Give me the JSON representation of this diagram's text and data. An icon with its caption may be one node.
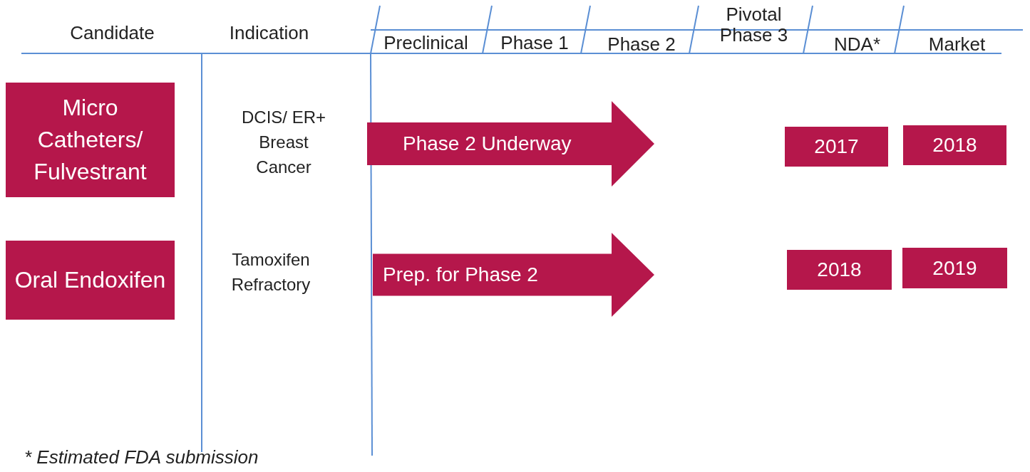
{
  "diagram": {
    "nodes": [
      {
        "text": [
          "Micro Catheters/ Fulvestrant"
        ]
      },
      {
        "text": [
          "Phase 2 Underway"
        ]
      },
      {
        "text": [
          "2017"
        ]
      },
      {
        "text": [
          "2018"
        ]
      },
      {
        "text": [
          "Oral Endoxifen"
        ]
      },
      {
        "text": [
          "Prep. for Phase 2"
        ]
      },
      {
        "text": [
          "2018"
        ]
      },
      {
        "text": [
          "2019"
        ]
      }
    ],
    "labels": [
      "Candidate",
      "Indication",
      "Preclinical",
      "Phase 1",
      "Phase 2",
      "Pivotal Phase 3",
      "NDA*",
      "Market",
      "DCIS/ ER+ Breast Cancer",
      "Tamoxifen Refractory",
      "* Estimated FDA submission"
    ]
  }
}
